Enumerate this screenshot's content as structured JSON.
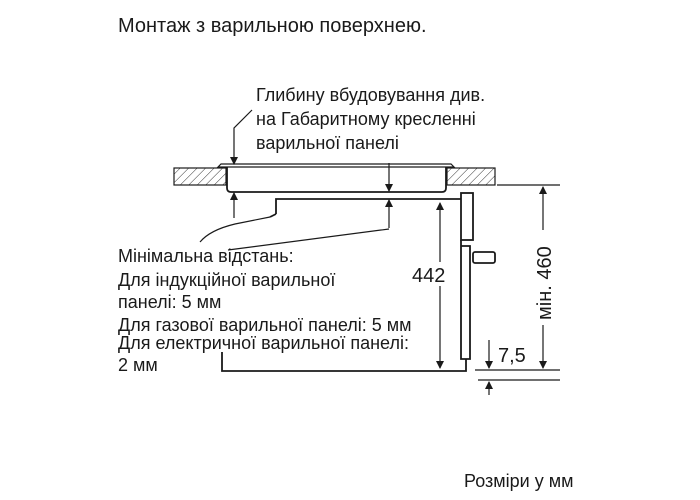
{
  "title": "Монтаж з варильною поверхнею.",
  "depth_note": [
    "Глибину вбудовування див.",
    "на Габаритному кресленні",
    "варильної панелі"
  ],
  "min_distance": [
    "Мінімальна відстань:",
    "Для індукційної варильної",
    "панелі: 5 мм",
    "Для газової варильної панелі: 5 мм",
    "Для електричної варильної панелі:",
    "2 мм"
  ],
  "dimensions": {
    "height_442": "442",
    "min_460": "мін. 460",
    "gap_7_5": "7,5"
  },
  "units_note": "Розміри у мм"
}
